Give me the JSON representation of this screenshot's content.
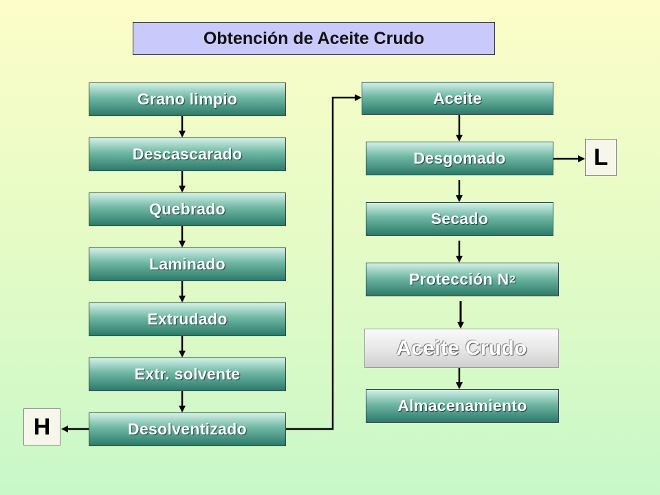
{
  "title": "Obtención de Aceite Crudo",
  "left_chain": [
    "Grano limpio",
    "Descascarado",
    "Quebrado",
    "Laminado",
    "Extrudado",
    "Extr. solvente",
    "Desolventizado"
  ],
  "right_chain": {
    "aceite": "Aceite",
    "desgomado": "Desgomado",
    "secado": "Secado",
    "proteccion": "Protección N",
    "proteccion_sub": "2",
    "aceite_crudo": "Aceite Crudo",
    "almacenamiento": "Almacenamiento"
  },
  "side_outputs": {
    "h": "H",
    "l": "L"
  },
  "colors": {
    "title_bg": "#c9c9fb",
    "step_teal": "#6fb7a3",
    "step_gray": "#e6e6e6"
  }
}
